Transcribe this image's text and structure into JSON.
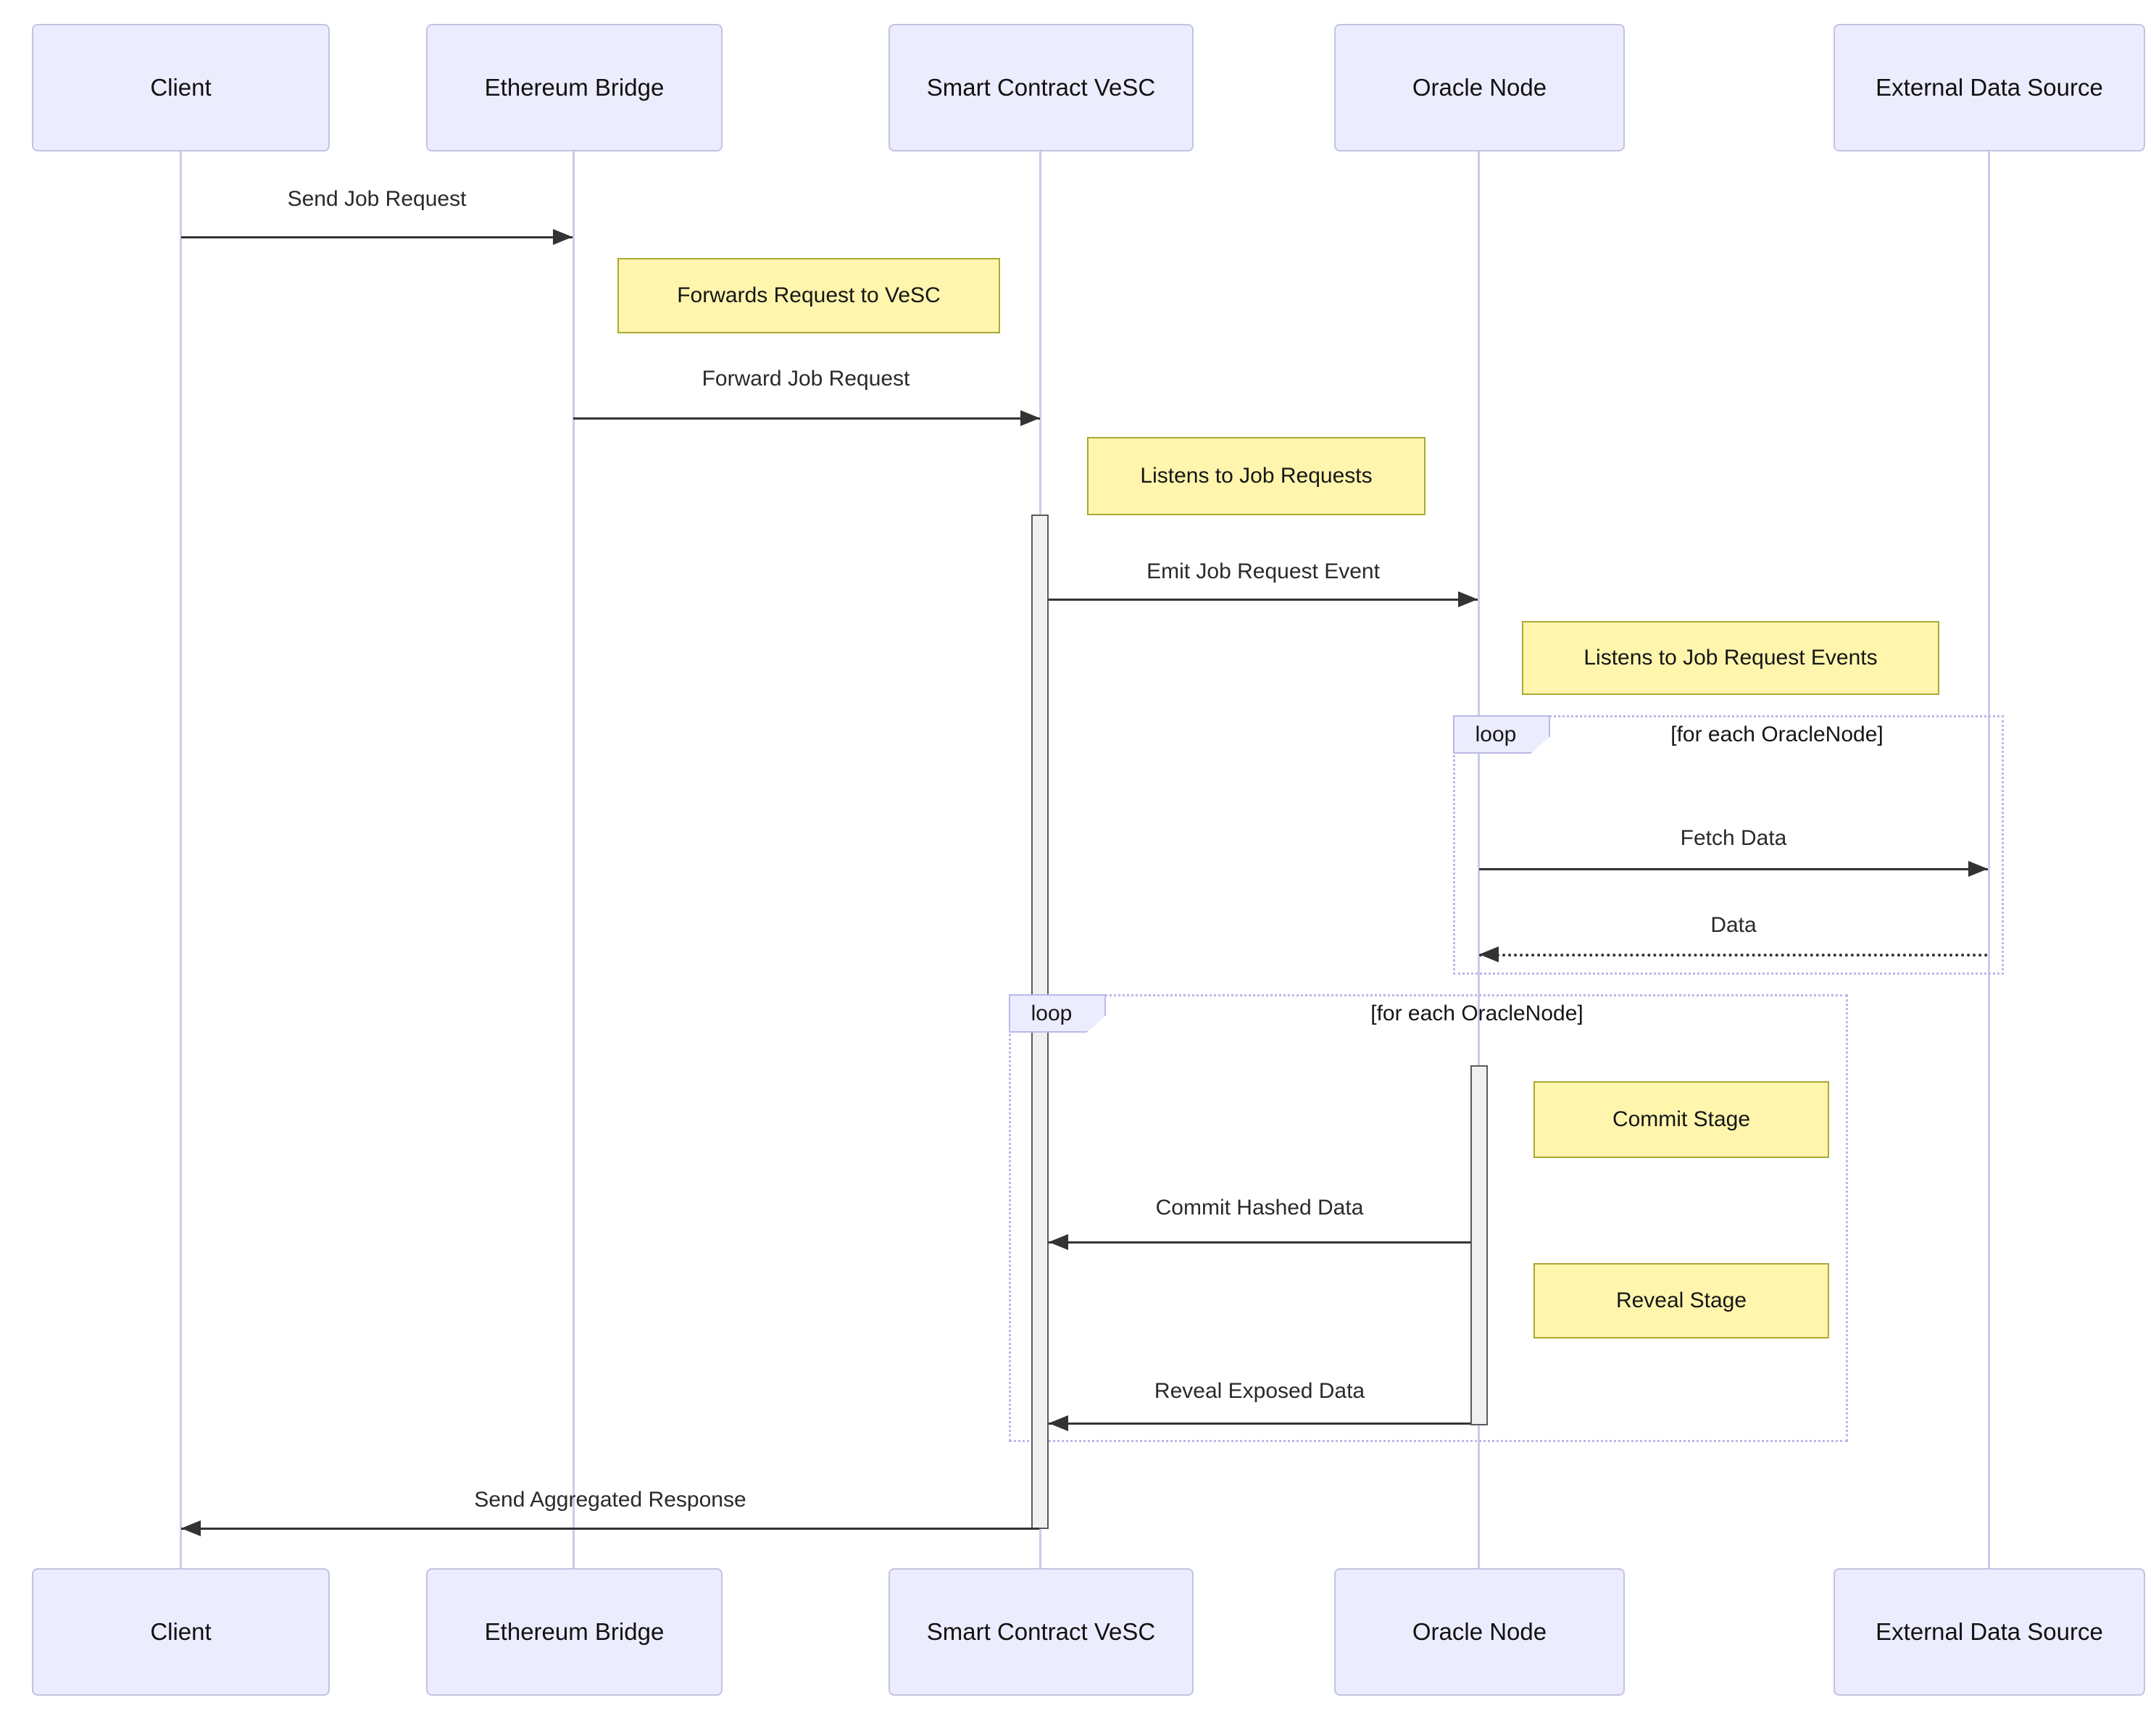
{
  "diagram": {
    "type": "sequence-diagram",
    "actors": [
      {
        "id": "client",
        "label": "Client"
      },
      {
        "id": "ethereum-bridge",
        "label": "Ethereum Bridge"
      },
      {
        "id": "smart-contract-vesc",
        "label": "Smart Contract VeSC"
      },
      {
        "id": "oracle-node",
        "label": "Oracle Node"
      },
      {
        "id": "external-data-source",
        "label": "External Data Source"
      }
    ],
    "messages": [
      {
        "from": "Client",
        "to": "Ethereum Bridge",
        "label": "Send Job Request",
        "line": "solid"
      },
      {
        "from": "Ethereum Bridge",
        "to": "Smart Contract VeSC",
        "label": "Forward Job Request",
        "line": "solid"
      },
      {
        "from": "Smart Contract VeSC",
        "to": "Oracle Node",
        "label": "Emit Job Request Event",
        "line": "solid"
      },
      {
        "from": "Oracle Node",
        "to": "External Data Source",
        "label": "Fetch Data",
        "line": "solid"
      },
      {
        "from": "External Data Source",
        "to": "Oracle Node",
        "label": "Data",
        "line": "dashed"
      },
      {
        "from": "Oracle Node",
        "to": "Smart Contract VeSC",
        "label": "Commit Hashed Data",
        "line": "solid"
      },
      {
        "from": "Oracle Node",
        "to": "Smart Contract VeSC",
        "label": "Reveal Exposed Data",
        "line": "solid"
      },
      {
        "from": "Smart Contract VeSC",
        "to": "Client",
        "label": "Send Aggregated Response",
        "line": "solid"
      }
    ],
    "notes": [
      {
        "over": "Ethereum Bridge",
        "label": "Forwards Request to VeSC"
      },
      {
        "over": "Smart Contract VeSC",
        "label": "Listens to Job Requests"
      },
      {
        "over": "Oracle Node",
        "label": "Listens to Job Request Events"
      },
      {
        "over": "Oracle Node",
        "label": "Commit Stage"
      },
      {
        "over": "Oracle Node",
        "label": "Reveal Stage"
      }
    ],
    "loops": [
      {
        "keyword": "loop",
        "condition": "[for each OracleNode]"
      },
      {
        "keyword": "loop",
        "condition": "[for each OracleNode]"
      }
    ],
    "colors": {
      "background": "#FFFFFF",
      "actor_fill": "#ECECFF",
      "actor_border": "#C3C3E0",
      "lifeline": "#CBCBEC",
      "note_fill": "#FFF5AD",
      "note_border": "#AAAA33",
      "loop_border": "#B9B9E8",
      "activation_fill": "#F0F0F0",
      "activation_border": "#5A5A5A",
      "arrow": "#333333",
      "text": "#161616"
    }
  }
}
